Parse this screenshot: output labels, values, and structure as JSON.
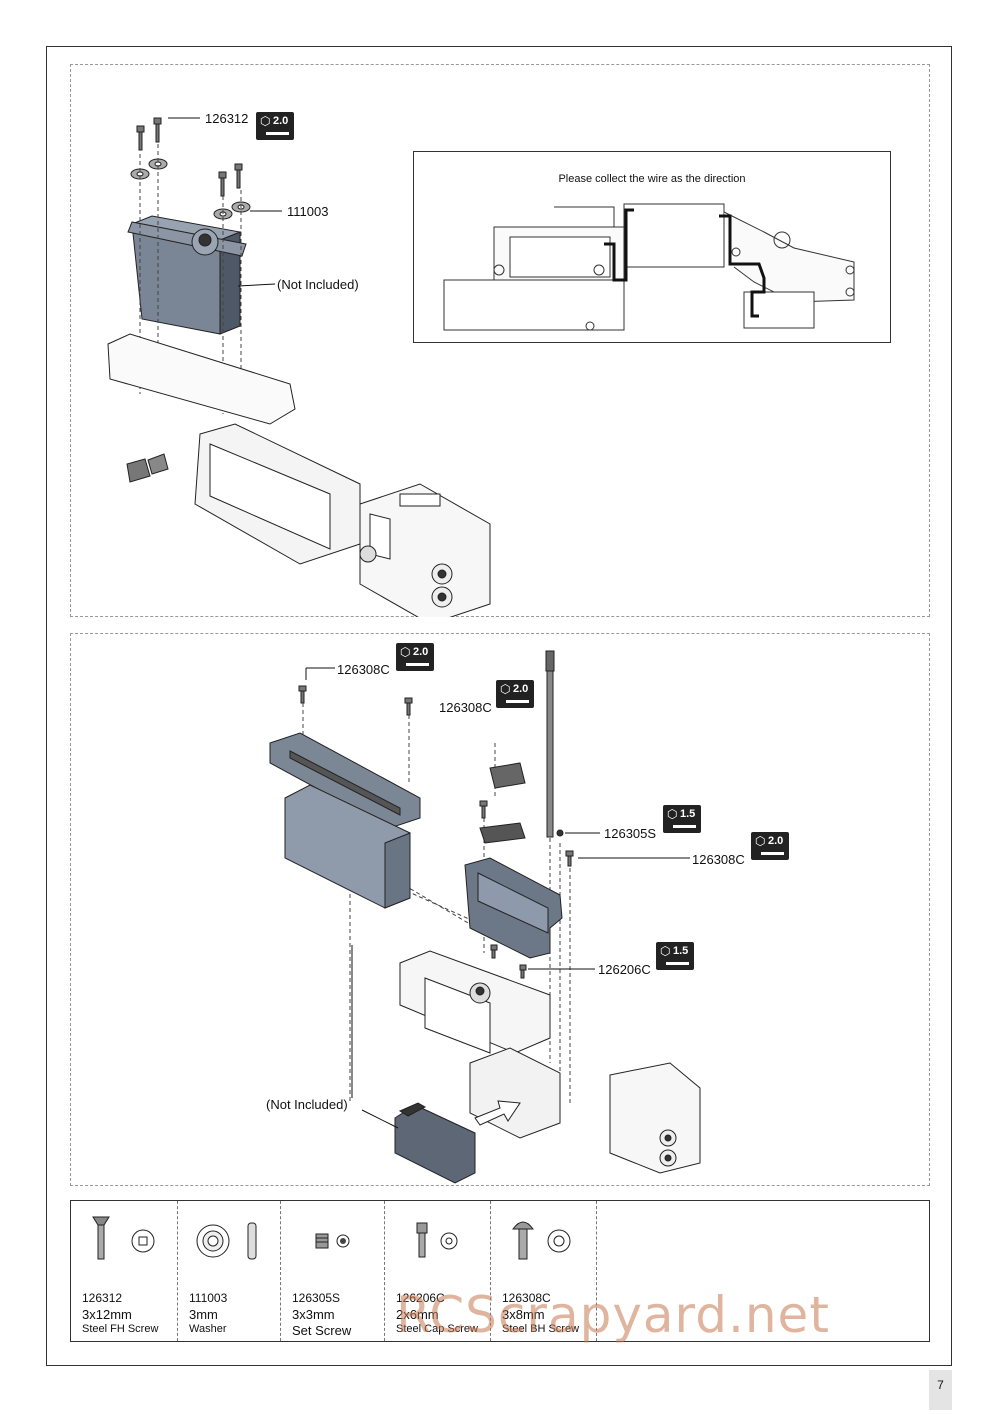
{
  "panel_top": {
    "labels": {
      "screw": "126312",
      "washer": "111003",
      "not_included": "(Not Included)"
    },
    "tool_size": "2.0",
    "note": "Please collect the wire as the direction"
  },
  "panel_mid": {
    "labels": {
      "a": "126308C",
      "b": "126308C",
      "c": "126305S",
      "d": "126308C",
      "e": "126206C",
      "not_included": "(Not Included)"
    },
    "tools": {
      "a": "2.0",
      "b": "2.0",
      "c": "1.5",
      "d": "2.0",
      "e": "1.5"
    }
  },
  "parts": [
    {
      "part_no": "126312",
      "size": "3x12mm",
      "name": "Steel FH Screw"
    },
    {
      "part_no": "111003",
      "size": "3mm",
      "name": "Washer"
    },
    {
      "part_no": "126305S",
      "size": "3x3mm",
      "name": "Set Screw"
    },
    {
      "part_no": "126206C",
      "size": "2x6mm",
      "name": "Steel Cap Screw"
    },
    {
      "part_no": "126308C",
      "size": "3x8mm",
      "name": "Steel BH Screw"
    }
  ],
  "tool_icon": "hex-wrench-icon",
  "watermark": "RCScrapyard.net",
  "page_number": "7"
}
